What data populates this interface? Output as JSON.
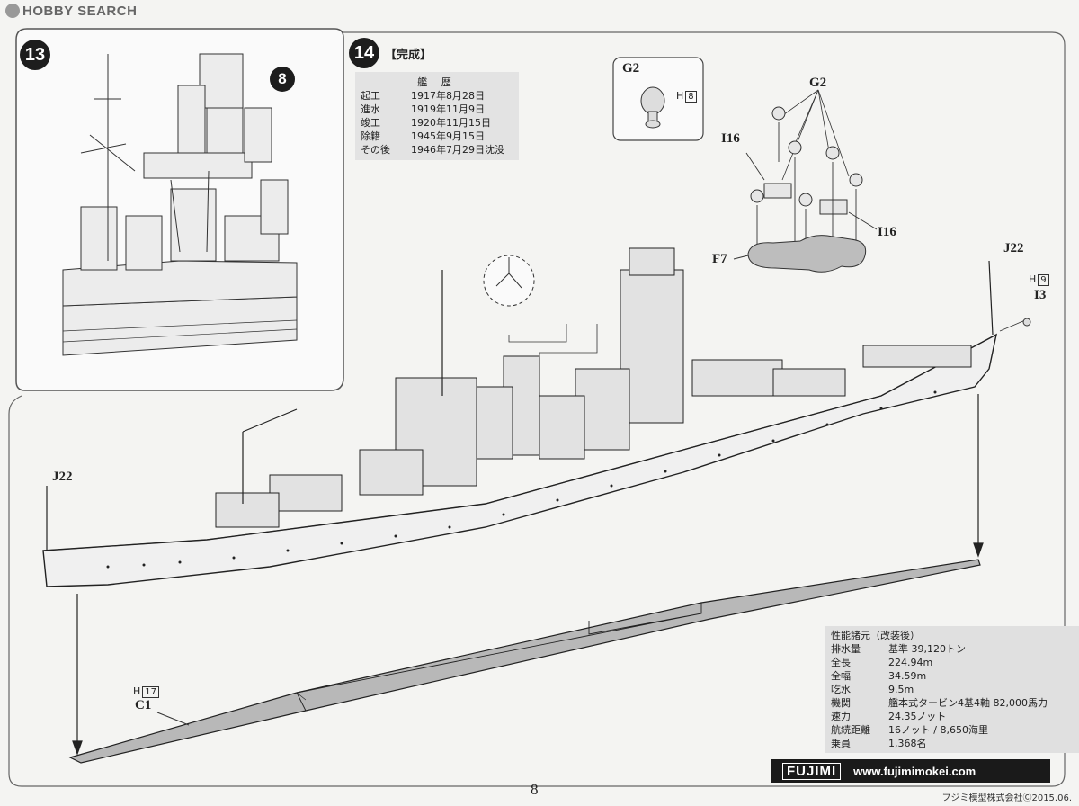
{
  "header": {
    "brand": "HOBBY SEARCH"
  },
  "step13": {
    "number": "13",
    "sub_number": "8"
  },
  "step14": {
    "number": "14",
    "title": "【完成】"
  },
  "history": {
    "title": "艦 歴",
    "rows": [
      {
        "k": "起工",
        "v": "1917年8月28日"
      },
      {
        "k": "進水",
        "v": "1919年11月9日"
      },
      {
        "k": "竣工",
        "v": "1920年11月15日"
      },
      {
        "k": "除籍",
        "v": "1945年9月15日"
      },
      {
        "k": "その後",
        "v": "1946年7月29日沈没"
      }
    ]
  },
  "parts": {
    "g2_box_label": "G2",
    "g2_box_ref": "H",
    "g2_box_ref_num": "8",
    "g2": "G2",
    "i16_a": "I16",
    "i16_b": "I16",
    "f7": "F7",
    "j22_bow": "J22",
    "i3_ref": "H",
    "i3_ref_num": "9",
    "i3": "I3",
    "j22_stern": "J22",
    "c1_ref": "H",
    "c1_ref_num": "17",
    "c1": "C1"
  },
  "specs": {
    "title": "性能諸元（改装後）",
    "rows": [
      {
        "k": "排水量",
        "v": "基準 39,120トン"
      },
      {
        "k": "全長",
        "v": "224.94m"
      },
      {
        "k": "全幅",
        "v": "34.59m"
      },
      {
        "k": "吃水",
        "v": "9.5m"
      },
      {
        "k": "機関",
        "v": "艦本式タービン4基4軸 82,000馬力"
      },
      {
        "k": "速力",
        "v": "24.35ノット"
      },
      {
        "k": "航続距離",
        "v": "16ノット / 8,650海里"
      },
      {
        "k": "乗員",
        "v": "1,368名"
      }
    ]
  },
  "footer": {
    "brand": "FUJIMI",
    "website": "www.fujimimokei.com",
    "page": "8",
    "copyright": "フジミ模型株式会社Ⓒ2015.06."
  }
}
